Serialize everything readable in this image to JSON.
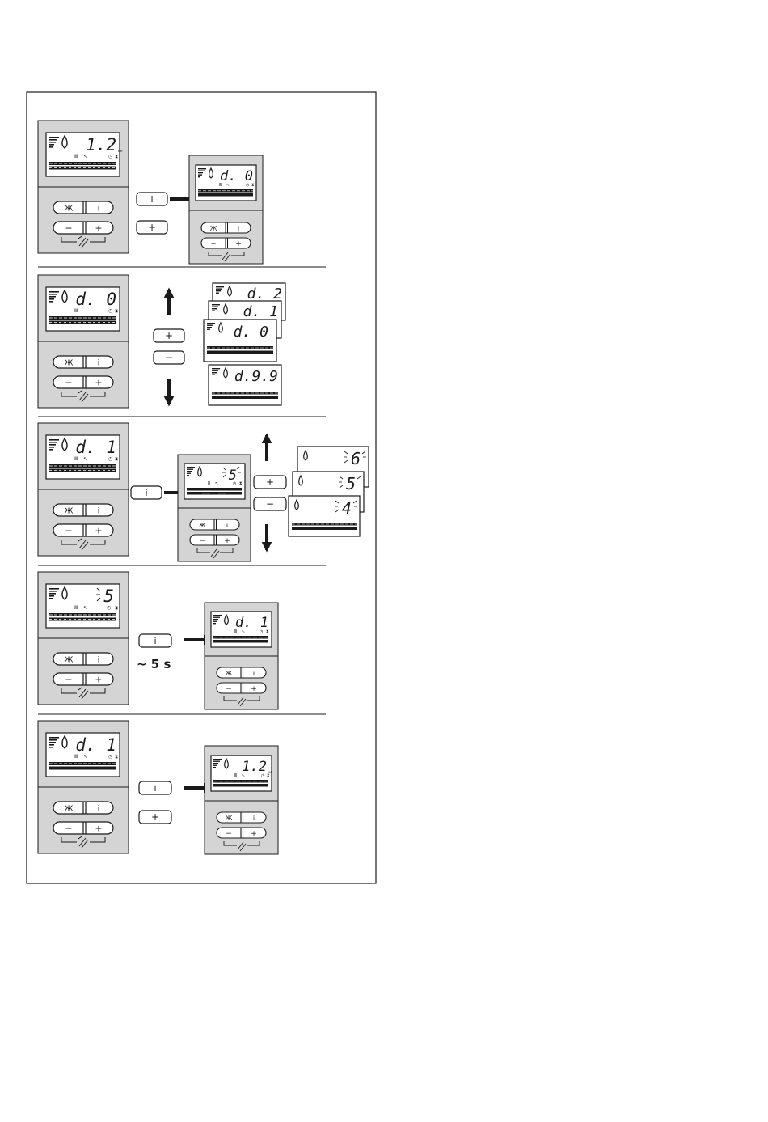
{
  "palette": {
    "ink": "#1a1a1a",
    "panel": "#d4d4d4",
    "screen": "#ffffff",
    "page": "#ffffff"
  },
  "icons": {
    "flame": "flame-icon",
    "radiator": "radiator-icon",
    "tap": "tap-icon",
    "clock": "clock-icon",
    "hourglass": "hourglass-icon",
    "bars": "signal-bars-icon",
    "tool": "tool-icon"
  },
  "buttons": {
    "mode": "Ж",
    "info": "i",
    "minus": "−",
    "plus": "+"
  },
  "steps": [
    {
      "left_display": "1.2",
      "left_unit": "bar",
      "press": [
        "i",
        "+"
      ],
      "result_display": "d. 0"
    },
    {
      "left_display": "d. 0",
      "press": [
        "+",
        "−"
      ],
      "stack": [
        "d. 2",
        "d. 1",
        "d. 0"
      ],
      "lower_display": "d.9.9"
    },
    {
      "left_display": "d. 1",
      "press": [
        "i",
        "+",
        "−"
      ],
      "result_display": "5",
      "stack": [
        "6",
        "5",
        "4"
      ]
    },
    {
      "left_display": "5",
      "press": [
        "i"
      ],
      "hold_note": "~ 5 s",
      "result_display": "d. 1"
    },
    {
      "left_display": "d. 1",
      "press": [
        "i",
        "+"
      ],
      "result_display": "1.2",
      "result_unit": "bar"
    }
  ]
}
